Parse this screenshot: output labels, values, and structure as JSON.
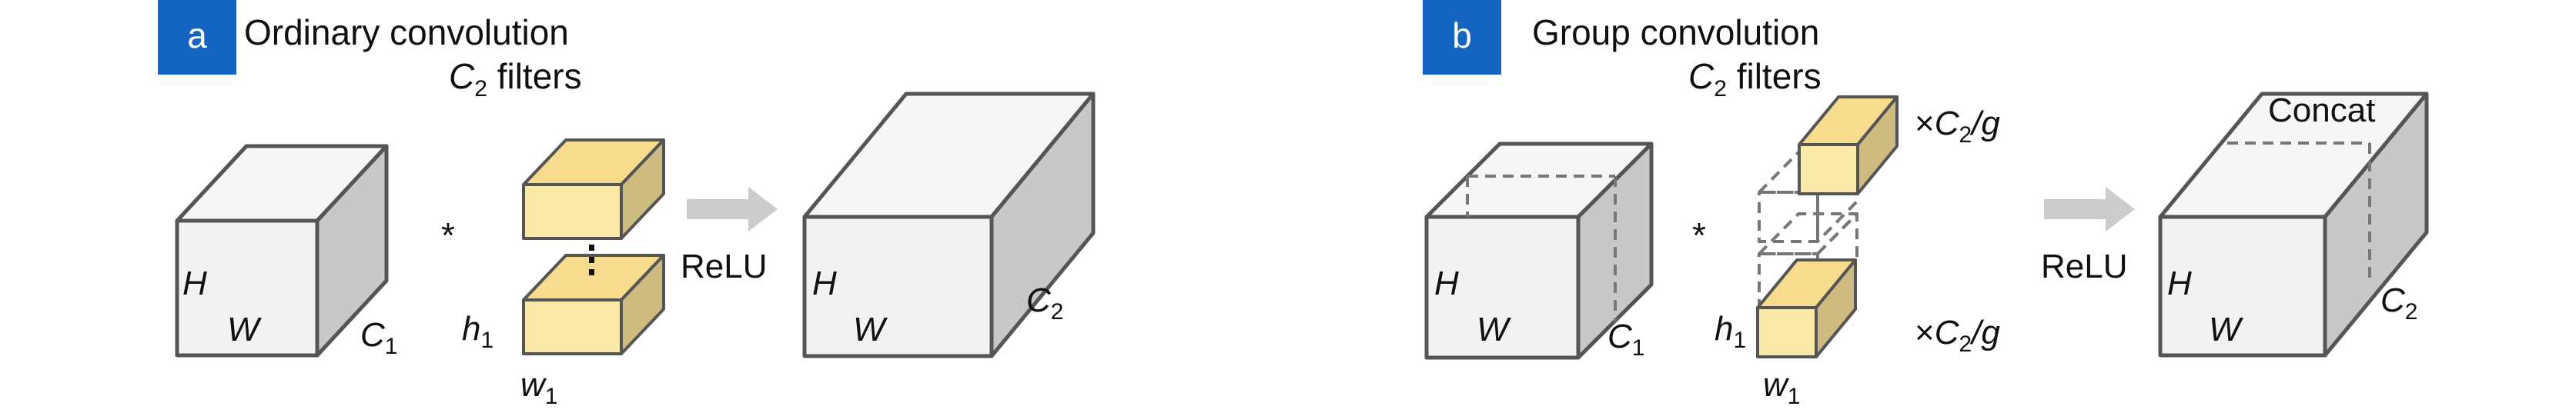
{
  "colors": {
    "badge": "#1565c0",
    "cube_front": "#f2f2f2",
    "cube_top": "#f6f6f6",
    "cube_side": "#c8c8c8",
    "cube_edge": "#555555",
    "filter_front": "#fbe9a7",
    "filter_top": "#f7dc8e",
    "filter_side": "#cdbb7f",
    "arrow": "#cccccc",
    "dashed": "#777777"
  },
  "panel_a": {
    "badge": "a",
    "title": "Ordinary convolution",
    "filters_label": {
      "base": "C",
      "sub": "2",
      "rest": " filters"
    },
    "operator": "*",
    "input_cube": {
      "h": "H",
      "w": "W",
      "c": "C",
      "c_sub": "1"
    },
    "kernel": {
      "h": "h",
      "h_sub": "1",
      "w": "w",
      "w_sub": "1"
    },
    "activation": "ReLU",
    "output_cube": {
      "h": "H",
      "w": "W",
      "c": "C",
      "c_sub": "2"
    }
  },
  "panel_b": {
    "badge": "b",
    "title": "Group convolution",
    "filters_label": {
      "base": "C",
      "sub": "2",
      "rest": " filters"
    },
    "operator": "*",
    "input_cube": {
      "h": "H",
      "w": "W",
      "c": "C",
      "c_sub": "1"
    },
    "kernel": {
      "h": "h",
      "h_sub": "1",
      "w": "w",
      "w_sub": "1"
    },
    "group_label_top": {
      "prefix": "×",
      "base": "C",
      "sub": "2",
      "suffix": "/g"
    },
    "group_label_bottom": {
      "prefix": "×",
      "base": "C",
      "sub": "2",
      "suffix": "/g"
    },
    "activation": "ReLU",
    "concat": "Concat",
    "output_cube": {
      "h": "H",
      "w": "W",
      "c": "C",
      "c_sub": "2"
    }
  }
}
